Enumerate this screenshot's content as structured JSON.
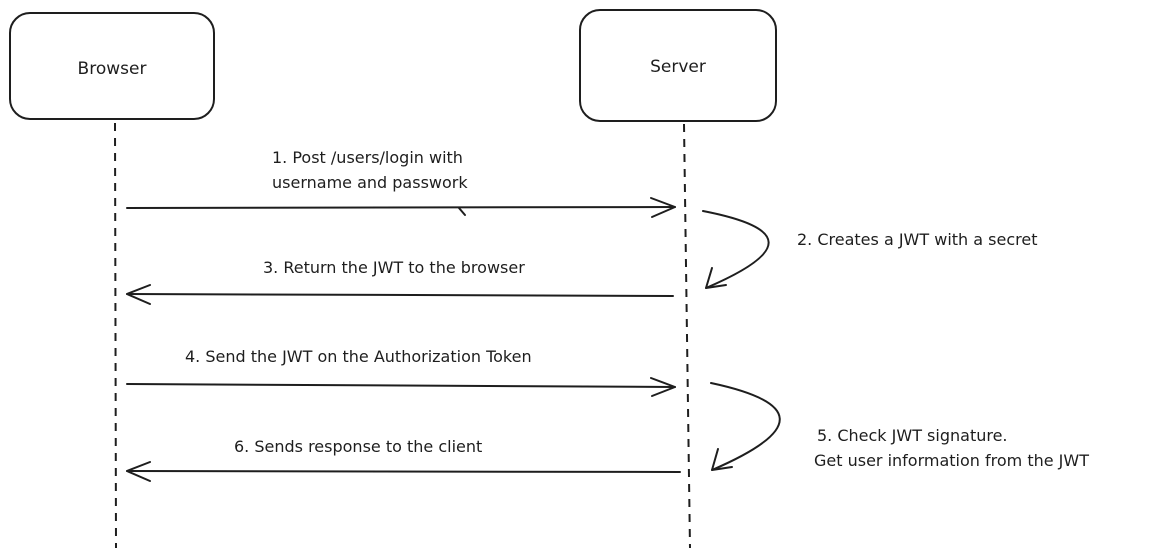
{
  "participants": {
    "browser": "Browser",
    "server": "Server"
  },
  "messages": {
    "m1_line1": "1. Post /users/login with",
    "m1_line2": "username and passwork",
    "m2": "2. Creates a JWT with a secret",
    "m3": "3. Return the JWT to the browser",
    "m4": "4. Send the JWT on the Authorization Token",
    "m5_line1": "5. Check JWT signature.",
    "m5_line2": "Get user information from the JWT",
    "m6": "6. Sends response to the client"
  },
  "colors": {
    "stroke": "#1e1e1e",
    "background": "#ffffff"
  }
}
